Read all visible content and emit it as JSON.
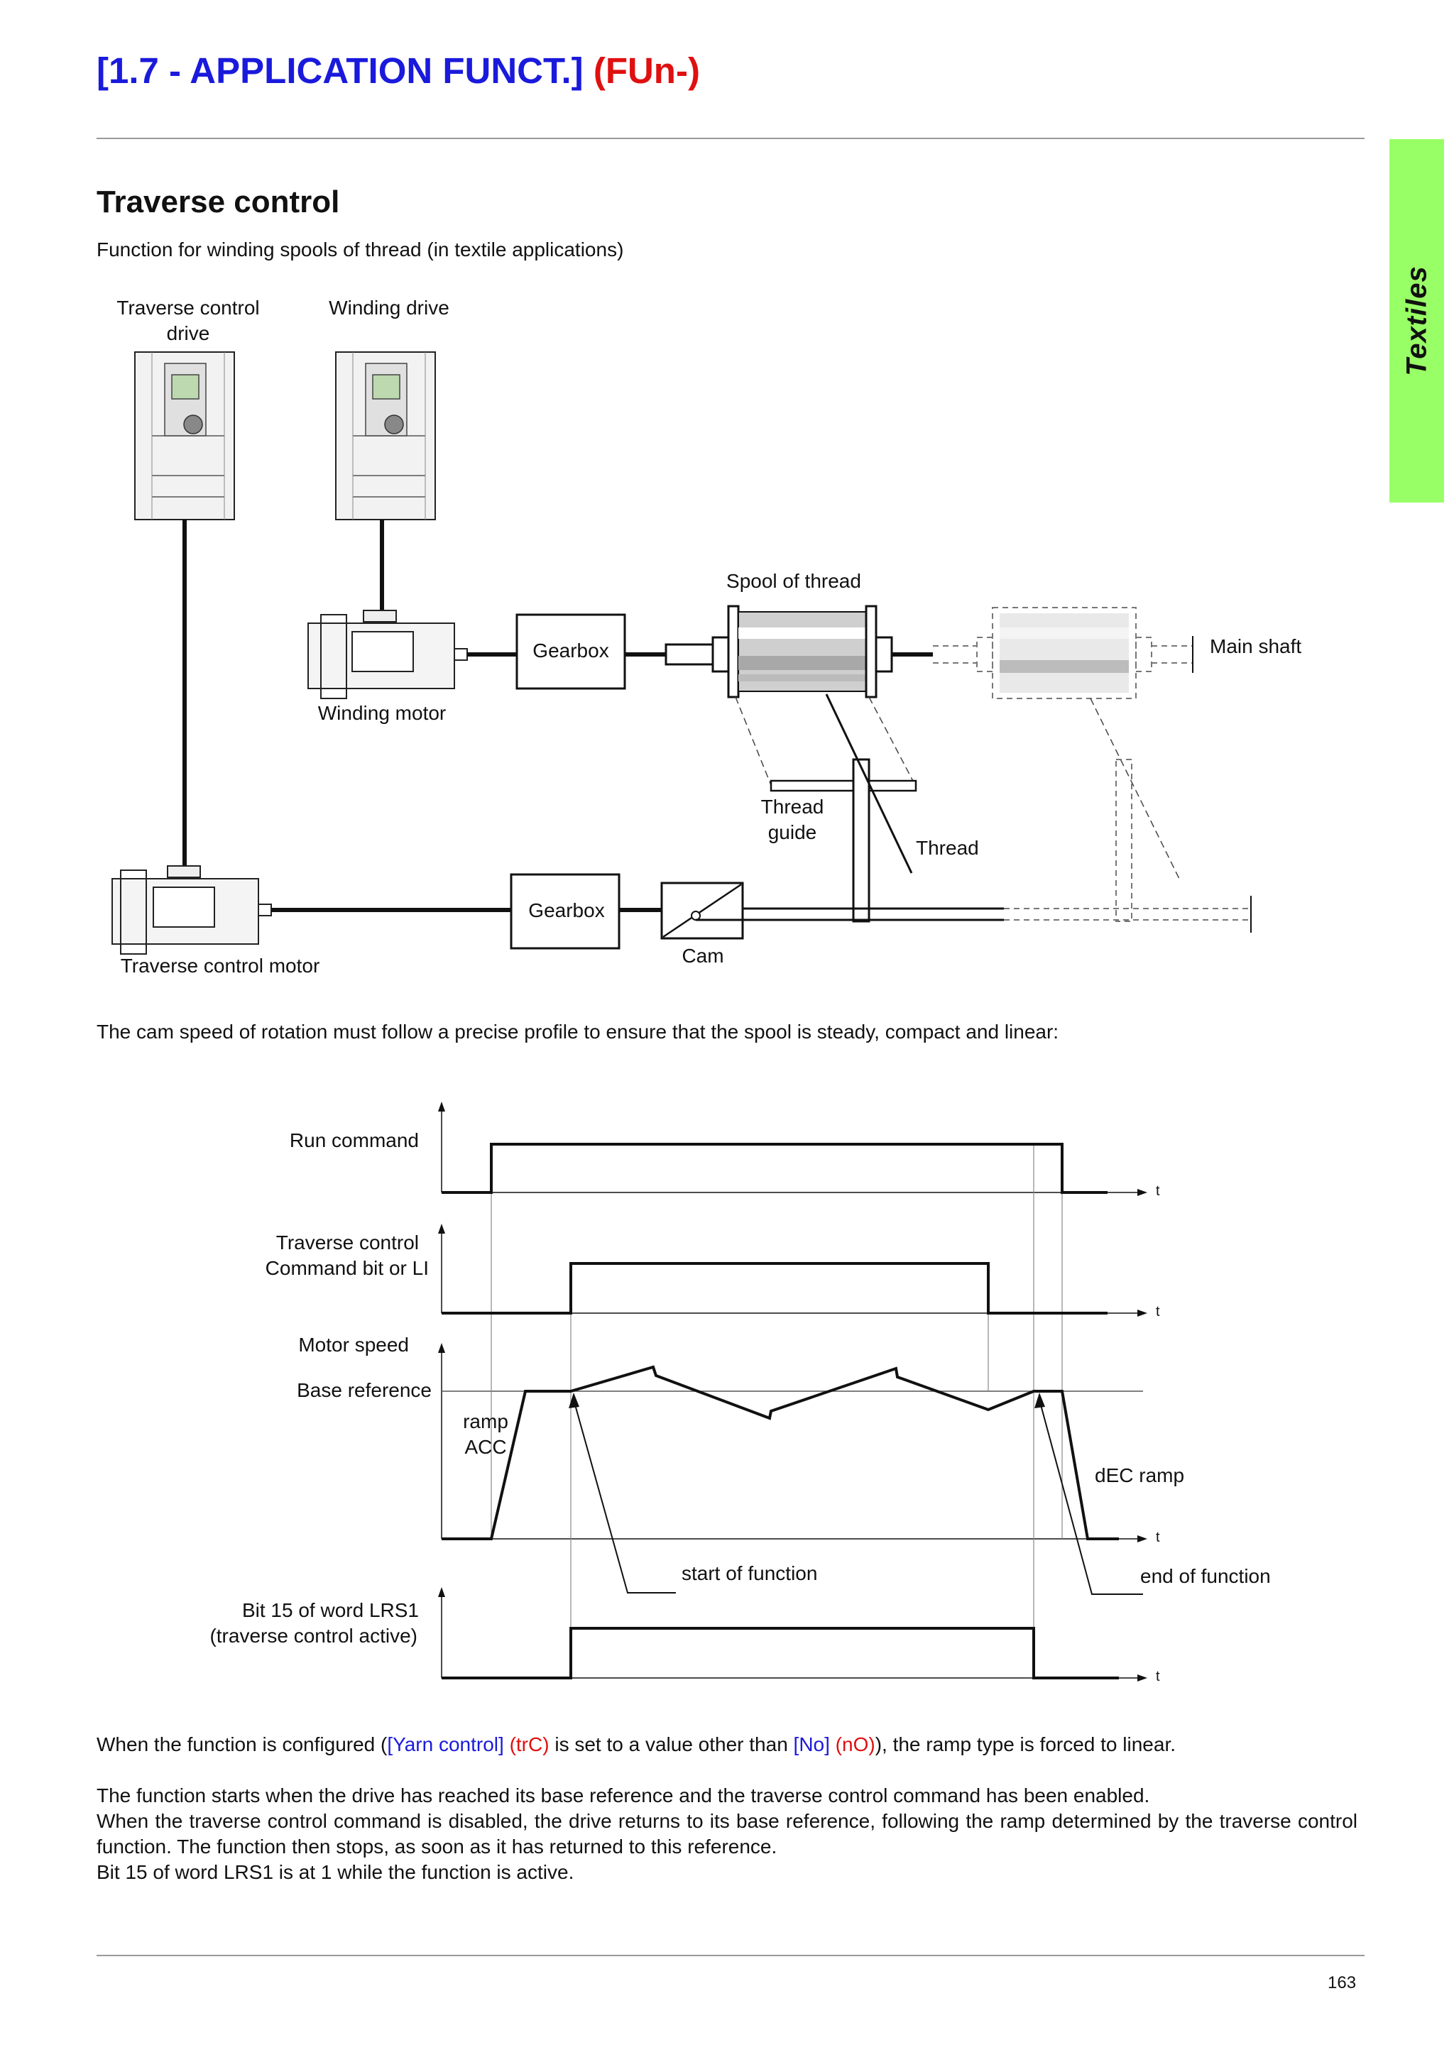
{
  "header": {
    "title": "[1.7 - APPLICATION FUNCT.]",
    "code": "(FUn-)"
  },
  "side_tab": {
    "label": "Textiles",
    "color": "#99ff66"
  },
  "section": {
    "title": "Traverse control",
    "intro": "Function for winding spools of thread (in textile applications)"
  },
  "diagram": {
    "traverse_drive_label_line1": "Traverse control",
    "traverse_drive_label_line2": "drive",
    "winding_drive_label": "Winding drive",
    "spool_label": "Spool of thread",
    "main_shaft_label": "Main shaft",
    "gearbox_top_label": "Gearbox",
    "winding_motor_label": "Winding motor",
    "thread_guide_line1": "Thread",
    "thread_guide_line2": "guide",
    "thread_label": "Thread",
    "gearbox_bottom_label": "Gearbox",
    "cam_label": "Cam",
    "traverse_motor_label": "Traverse control motor"
  },
  "profile_sentence": "The cam speed of rotation must follow a precise profile to ensure that the spool is steady, compact and linear:",
  "timing": {
    "run_command": "Run command",
    "traverse_cmd_line1": "Traverse control",
    "traverse_cmd_line2": "Command bit or LI",
    "motor_speed": "Motor speed",
    "base_reference": "Base reference",
    "ramp_acc_line1": "ramp",
    "ramp_acc_line2": "ACC",
    "dec_ramp": "dEC ramp",
    "start_of_function": "start of function",
    "end_of_function": "end of function",
    "bit15_line1": "Bit 15 of word LRS1",
    "bit15_line2": "(traverse control active)",
    "t_label": "t"
  },
  "config_para": {
    "p1": "When the function is configured (",
    "yarn": "[Yarn control]",
    "trc": " (trC)",
    "p2": " is set to a value other than ",
    "no": "[No]",
    "no_code": " (nO)",
    "p3": "), the ramp type is forced to linear."
  },
  "body_para": {
    "line1": "The function starts when the drive has reached its base reference and the traverse control command has been enabled.",
    "line2": "When the traverse control command is disabled, the drive returns to its base reference, following the ramp determined by the traverse control function. The function then stops, as soon as it has returned to this reference.",
    "line3": "Bit 15 of word LRS1 is at 1 while the function is active."
  },
  "footer": {
    "page_number": "163"
  }
}
